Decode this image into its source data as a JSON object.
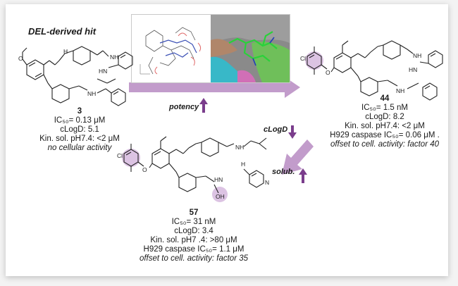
{
  "compounds": {
    "hit": {
      "title": "DEL-derived hit",
      "id": "3",
      "ic50": "IC₅₀= 0.13 μM",
      "clogd": "cLogD: 5.1",
      "solubility": "Kin. sol. pH7.4: <2 μM",
      "note": "no cellular activity"
    },
    "c44": {
      "id": "44",
      "ic50": "IC₅₀= 1.5 nM",
      "clogd": "cLogD: 8.2",
      "solubility": "Kin. sol. pH7.4: <2 μM",
      "caspase": "H929 caspase IC₅₀= 0.06 μM .",
      "offset": "offset to cell. activity: factor 40"
    },
    "c57": {
      "id": "57",
      "ic50": "IC₅₀= 31 nM",
      "clogd": "cLogD: 3.4",
      "solubility": "Kin. sol. pH7 .4: >80 μM",
      "caspase": "H929 caspase IC₅₀= 1.1 μM",
      "offset": "offset to cell. activity: factor 35"
    }
  },
  "arrows": {
    "potency": "potency",
    "clogd": "cLogD",
    "solub": "solub."
  },
  "atoms": {
    "nh": "NH",
    "hn": "HN",
    "h": "H",
    "n": "N",
    "o": "O",
    "oh": "OH",
    "cl": "Cl"
  },
  "colors": {
    "accent": "#b48ac0",
    "arrow_up": "#7a3d8c",
    "arrow_down": "#7a3d8c",
    "highlight": "#dcc3e3"
  }
}
